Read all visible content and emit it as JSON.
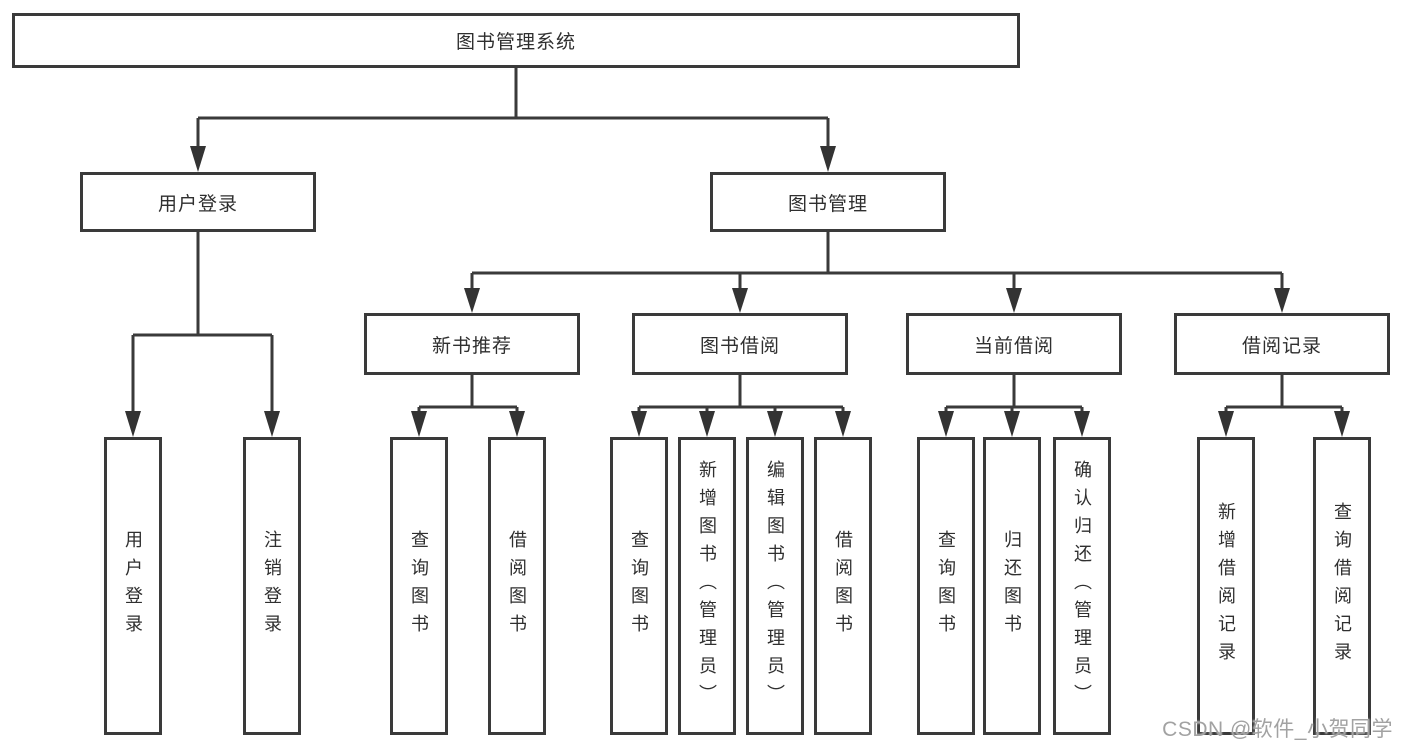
{
  "diagram": {
    "title": "图书管理系统",
    "root": {
      "label": "图书管理系统"
    },
    "level2": [
      {
        "label": "用户登录"
      },
      {
        "label": "图书管理"
      }
    ],
    "level3": [
      {
        "label": "新书推荐"
      },
      {
        "label": "图书借阅"
      },
      {
        "label": "当前借阅"
      },
      {
        "label": "借阅记录"
      }
    ],
    "leaves": {
      "user_login": [
        "用户登录",
        "注销登录"
      ],
      "new_books": [
        "查询图书",
        "借阅图书"
      ],
      "book_borrow": [
        "查询图书",
        "新增图书（管理员）",
        "编辑图书（管理员）",
        "借阅图书"
      ],
      "current_borrow": [
        "查询图书",
        "归还图书",
        "确认归还（管理员）"
      ],
      "borrow_records": [
        "新增借阅记录",
        "查询借阅记录"
      ]
    }
  },
  "watermark": "CSDN @软件_小贺同学",
  "colors": {
    "line": "#3a3a3a",
    "text": "#2f2f2f",
    "background": "#ffffff",
    "watermark": "#a2a2a2"
  }
}
